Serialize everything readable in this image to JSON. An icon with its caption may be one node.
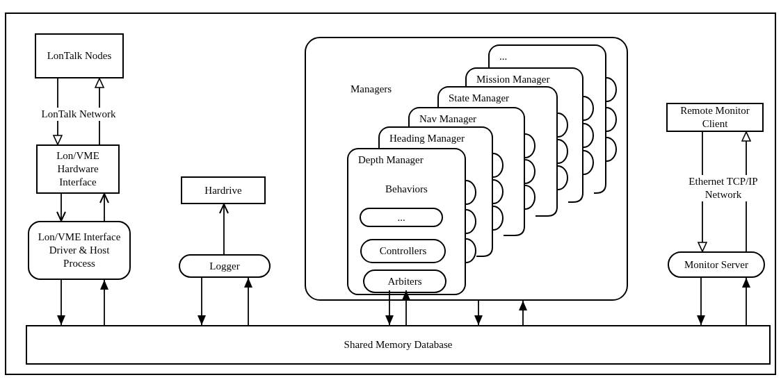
{
  "diagram": {
    "nodes": [
      {
        "text": [
          "LonTalk Nodes"
        ]
      },
      {
        "text": [
          "Lon/VME Hardware Interface"
        ]
      },
      {
        "text": [
          "Lon/VME Interface Driver & Host Process"
        ]
      },
      {
        "text": [
          "Hardrive"
        ]
      },
      {
        "text": [
          "Logger"
        ]
      },
      {
        "text": [
          "Managers"
        ]
      },
      {
        "text": [
          "..."
        ],
        "in": 5
      },
      {
        "text": [
          "Mission Manager"
        ],
        "in": 5
      },
      {
        "text": [
          "State Manager"
        ],
        "in": 5
      },
      {
        "text": [
          "Nav Manager"
        ],
        "in": 5
      },
      {
        "text": [
          "Heading Manager"
        ],
        "in": 5
      },
      {
        "text": [
          "Depth Manager",
          "Behaviors"
        ],
        "in": 5
      },
      {
        "text": [
          "..."
        ],
        "in": 11
      },
      {
        "text": [
          "Controllers"
        ],
        "in": 11
      },
      {
        "text": [
          "Arbiters"
        ],
        "in": 11
      },
      {
        "text": [
          "Remote Monitor Client"
        ]
      },
      {
        "text": [
          "Monitor Server"
        ]
      },
      {
        "text": [
          "Shared Memory Database"
        ]
      }
    ],
    "edges": [
      {
        "from": 0,
        "to": 1,
        "arrow": "to",
        "label": "LonTalk Network"
      },
      {
        "from": 1,
        "to": 0,
        "arrow": "to"
      },
      {
        "from": 1,
        "to": 2,
        "arrow": "to"
      },
      {
        "from": 2,
        "to": 1,
        "arrow": "to"
      },
      {
        "from": 2,
        "to": 17,
        "arrow": "to"
      },
      {
        "from": 17,
        "to": 2,
        "arrow": "to"
      },
      {
        "from": 4,
        "to": 3,
        "arrow": "to"
      },
      {
        "from": 4,
        "to": 17,
        "arrow": "to"
      },
      {
        "from": 17,
        "to": 4,
        "arrow": "to"
      },
      {
        "from": 14,
        "to": 17,
        "arrow": "to"
      },
      {
        "from": 17,
        "to": 14,
        "arrow": "to"
      },
      {
        "from": 5,
        "to": 17,
        "arrow": "to"
      },
      {
        "from": 17,
        "to": 5,
        "arrow": "to"
      },
      {
        "from": 15,
        "to": 16,
        "arrow": "to",
        "label": "Ethernet TCP/IP Network"
      },
      {
        "from": 16,
        "to": 15,
        "arrow": "to"
      },
      {
        "from": 16,
        "to": 17,
        "arrow": "to"
      },
      {
        "from": 17,
        "to": 16,
        "arrow": "to"
      }
    ]
  }
}
